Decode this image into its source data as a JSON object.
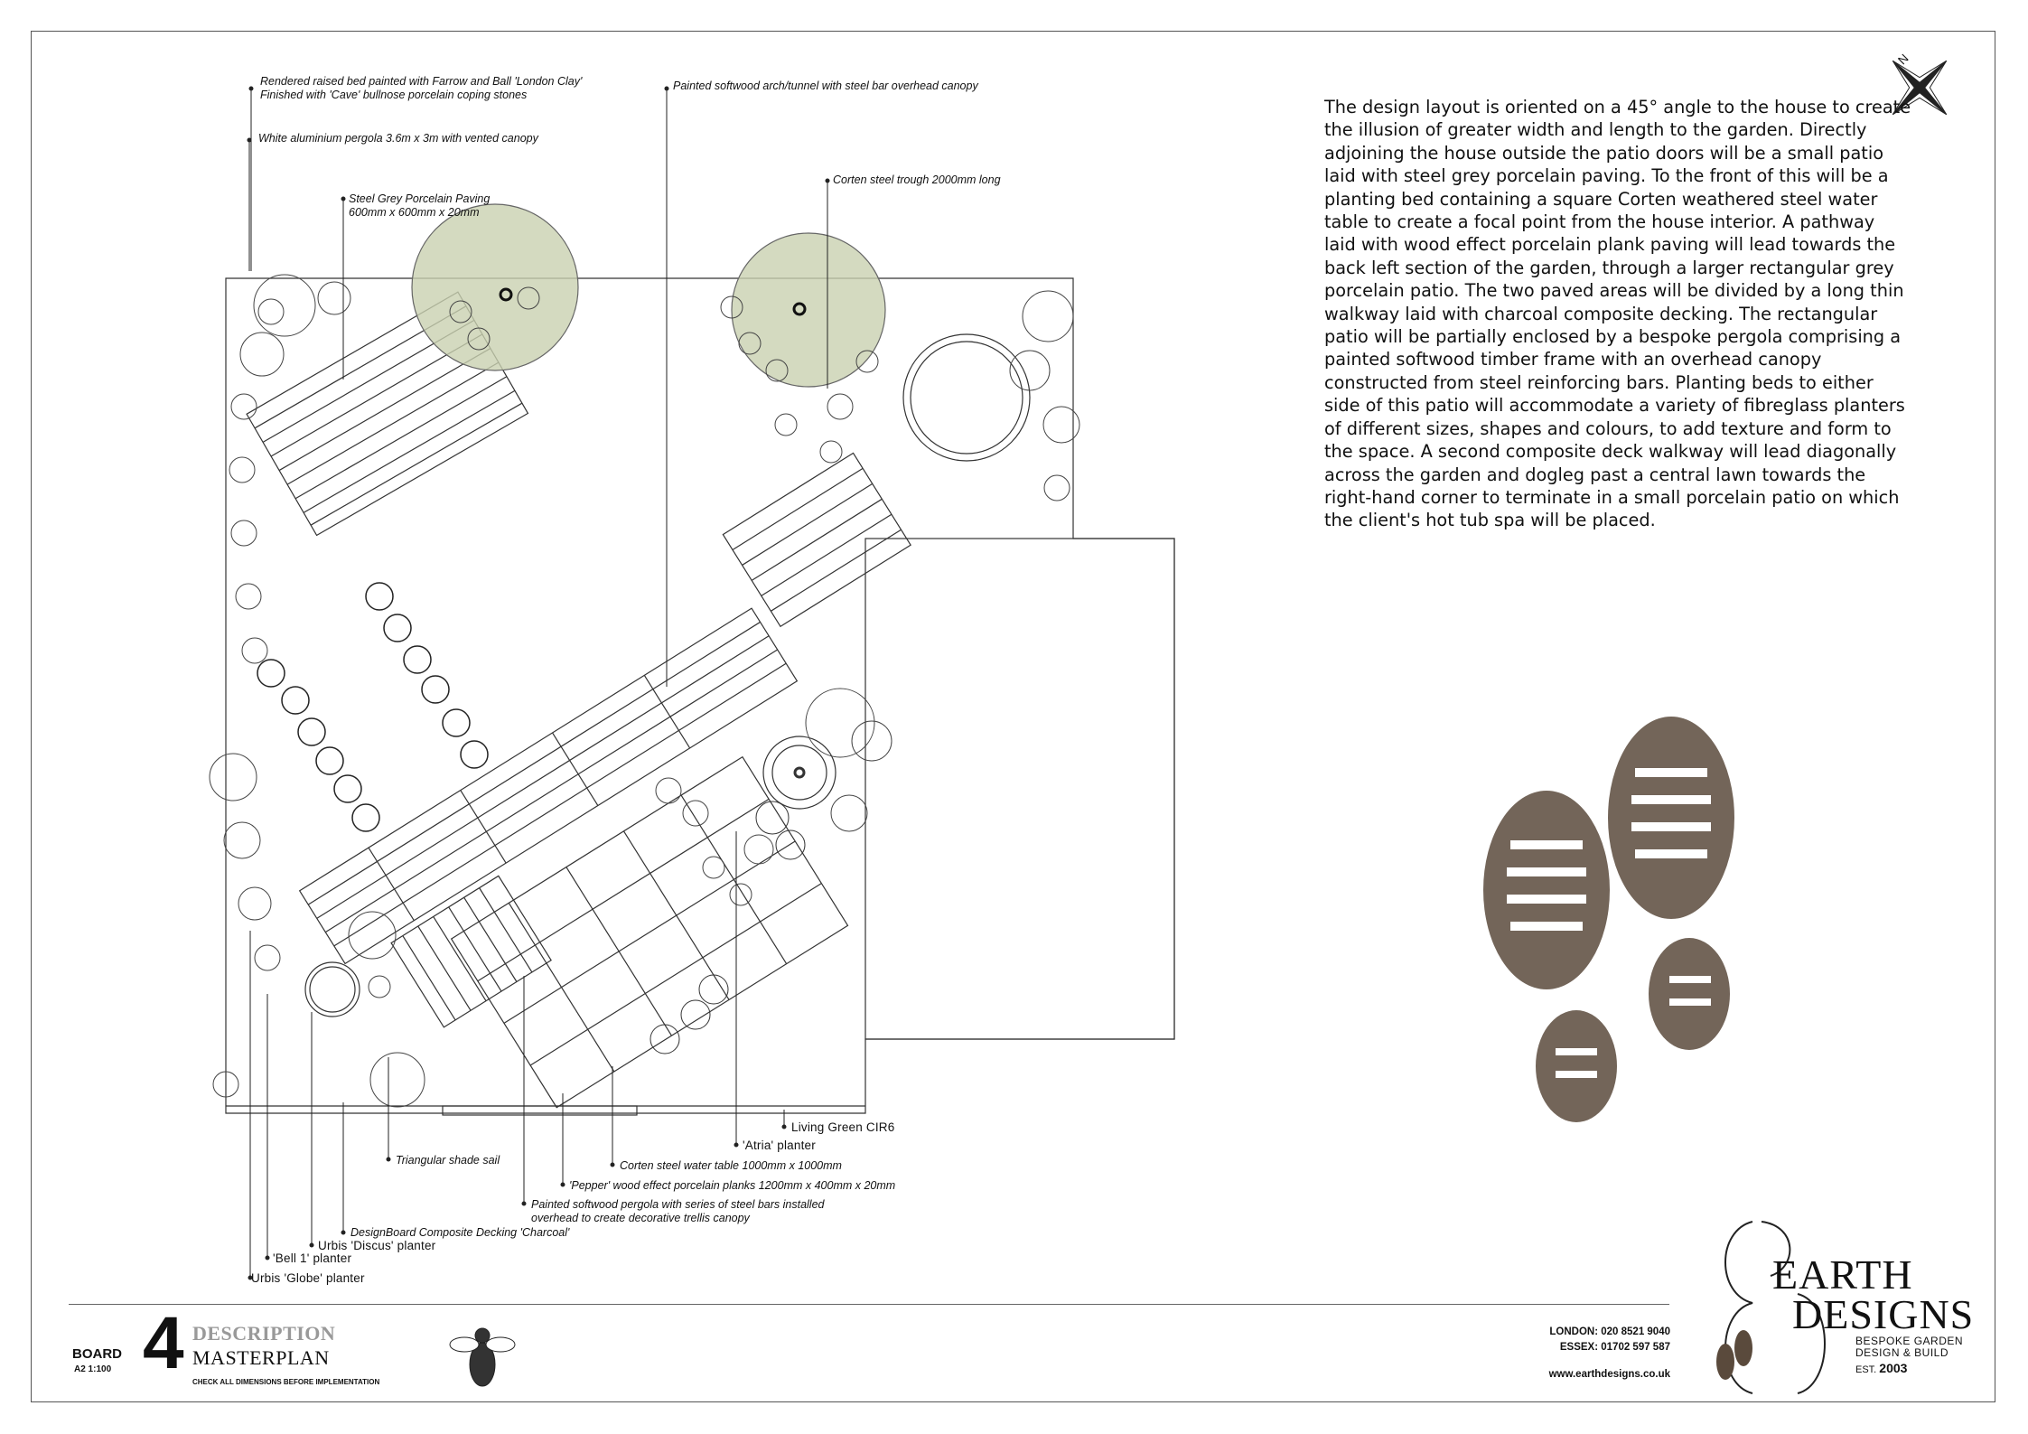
{
  "annotations": {
    "rendered_bed": "Rendered raised bed painted with Farrow and Ball 'London Clay'",
    "rendered_bed_2": "Finished with 'Cave' bullnose porcelain coping stones",
    "arch": "Painted softwood arch/tunnel with steel bar overhead canopy",
    "pergola_white": "White aluminium pergola 3.6m x 3m with vented canopy",
    "trough": "Corten steel trough 2000mm long",
    "paving": "Steel Grey Porcelain Paving",
    "paving_2": "600mm x 600mm x 20mm",
    "living_green": "Living Green CIR6",
    "atria": "'Atria' planter",
    "shade_sail": "Triangular shade sail",
    "water_table": "Corten steel water table 1000mm x 1000mm",
    "planks": "'Pepper' wood effect porcelain planks 1200mm x 400mm x 20mm",
    "pergola": "Painted softwood pergola with series of steel bars installed",
    "pergola_2": "overhead to create decorative trellis canopy",
    "decking": "DesignBoard Composite Decking 'Charcoal'",
    "discus": "Urbis 'Discus' planter",
    "bell": "'Bell 1' planter",
    "globe": "Urbis 'Globe' planter"
  },
  "description": "The design layout is oriented on a 45° angle to the house to create the illusion of greater width and length to the garden. Directly adjoining the house outside the patio doors will be a small patio laid with steel grey porcelain paving. To the front of this will be a planting bed containing a square Corten weathered steel water table to create a focal point from the house interior. A pathway laid with wood effect porcelain plank paving will lead towards the back left section of the garden, through a larger rectangular grey porcelain patio. The two paved areas will be divided by a long thin walkway laid with charcoal composite decking. The rectangular patio will be partially enclosed by a bespoke pergola comprising a painted softwood timber frame with an overhead canopy constructed from steel reinforcing bars. Planting beds to either side of this patio will accommodate a variety of fibreglass planters of different sizes, shapes and colours, to add texture and form to the space. A second composite deck walkway will lead diagonally across the garden and dogleg past a central lawn towards the right-hand corner to terminate in a small porcelain patio on which the client's hot tub spa will be placed.",
  "compass": {
    "label": "N"
  },
  "title_block": {
    "board_label": "BOARD",
    "scale": "A2 1:100",
    "board_number": "4",
    "title": "DESCRIPTION",
    "subtitle": "MASTERPLAN",
    "check_note": "CHECK ALL DIMENSIONS BEFORE IMPLEMENTATION",
    "london": "LONDON: 020 8521 9040",
    "essex": "ESSEX: 01702 597 587",
    "website": "www.earthdesigns.co.uk"
  },
  "brand": {
    "line1": "EARTH",
    "line2": "DESIGNS",
    "tagline1": "BESPOKE GARDEN",
    "tagline2": "DESIGN & BUILD",
    "est_label": "EST.",
    "est_year": "2003"
  },
  "colors": {
    "tree_fill": "#c9d1b0",
    "line": "#333333",
    "footprint": "#5a4a3c"
  }
}
